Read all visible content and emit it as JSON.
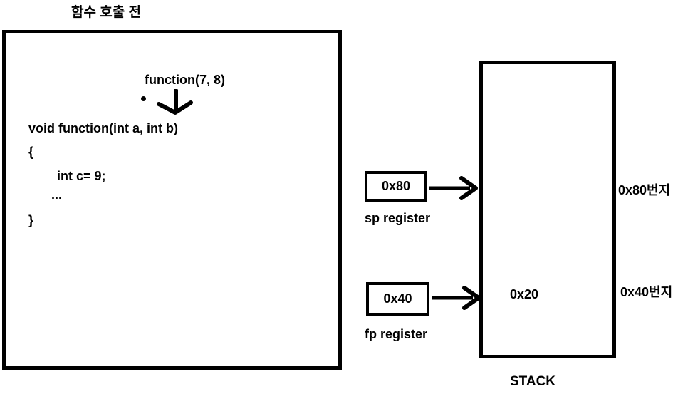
{
  "title": "함수 호출 전",
  "code_box": {
    "call_expression": "function(7, 8)",
    "lines": [
      "void function(int a, int b)",
      "{",
      "int c= 9;",
      "...",
      "}"
    ]
  },
  "sp_register": {
    "value": "0x80",
    "label": "sp register"
  },
  "fp_register": {
    "value": "0x40",
    "label": "fp register"
  },
  "stack": {
    "label": "STACK",
    "cell_value": "0x20",
    "address_top": "0x80번지",
    "address_bottom": "0x40번지"
  },
  "colors": {
    "ink": "#000000",
    "background": "#ffffff"
  }
}
